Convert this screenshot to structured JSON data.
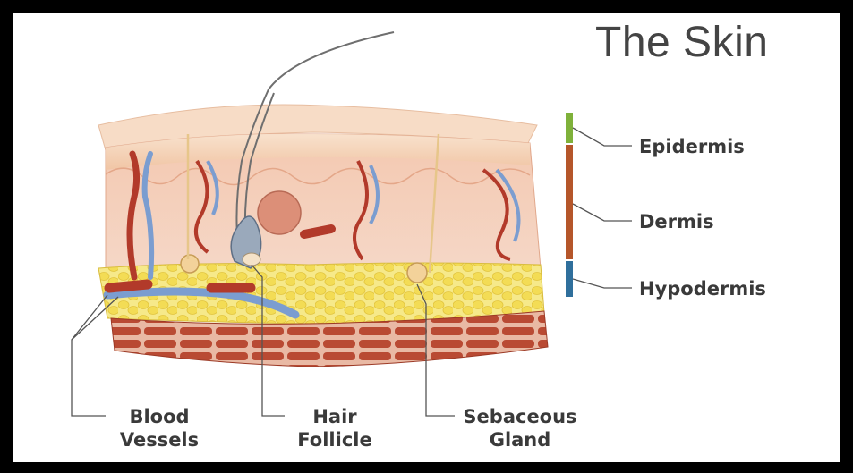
{
  "title": "The Skin",
  "layers": [
    {
      "label": "Epidermis",
      "color": "#7fb13a"
    },
    {
      "label": "Dermis",
      "color": "#b5562a"
    },
    {
      "label": "Hypodermis",
      "color": "#2f6f9c"
    }
  ],
  "structures": [
    {
      "line1": "Blood",
      "line2": "Vessels"
    },
    {
      "line1": "Hair",
      "line2": "Follicle"
    },
    {
      "line1": "Sebaceous",
      "line2": "Gland"
    }
  ],
  "colors": {
    "epidermis_skin": "#f3c9a8",
    "dermis": "#f6d2c0",
    "fat": "#f2df66",
    "muscle": "#b8412a",
    "artery": "#b23a2a",
    "vein": "#6f94c9",
    "leader_line": "#555555"
  }
}
